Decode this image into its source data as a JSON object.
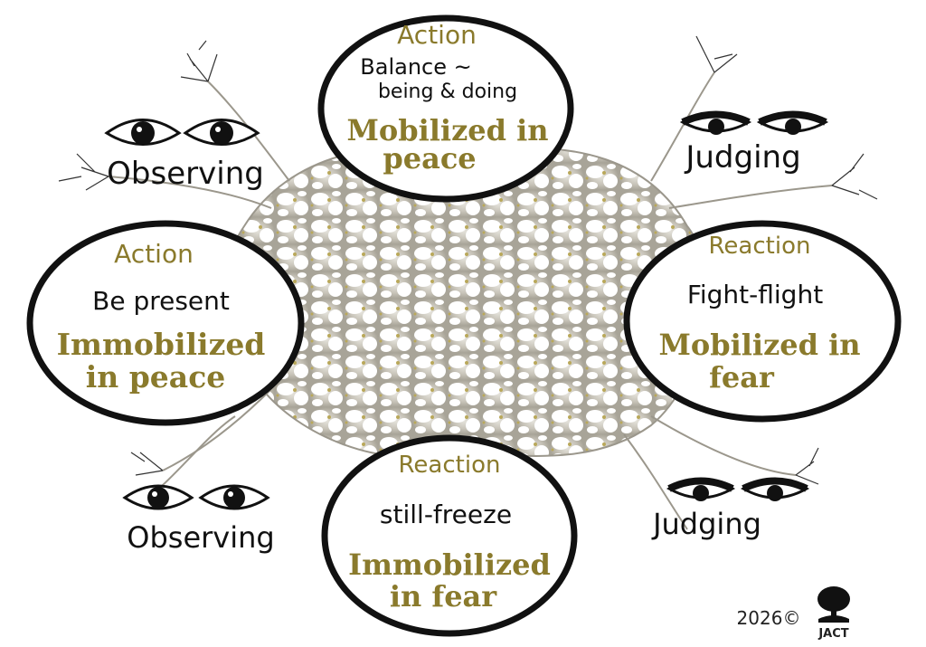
{
  "nodes": {
    "top": {
      "mode": "Action",
      "line1": "Balance ~",
      "line2": "being & doing",
      "state1": "Mobilized in",
      "state2": "peace"
    },
    "left": {
      "mode": "Action",
      "line1": "Be present",
      "state1": "Immobilized",
      "state2": "in peace"
    },
    "right": {
      "mode": "Reaction",
      "line1": "Fight-flight",
      "state1": "Mobilized in",
      "state2": "fear"
    },
    "bottom": {
      "mode": "Reaction",
      "line1": "still-freeze",
      "state1": "Immobilized",
      "state2": "in fear"
    }
  },
  "eyes": {
    "top_left": "Observing",
    "top_right": "Judging",
    "bottom_left": "Observing",
    "bottom_right": "Judging"
  },
  "footer": {
    "copyright": "2026©",
    "logo_text": "JACT"
  },
  "colors": {
    "accent_olive": "#8a7a2c",
    "ink": "#111111",
    "web_fill": "#c9c6bd"
  }
}
